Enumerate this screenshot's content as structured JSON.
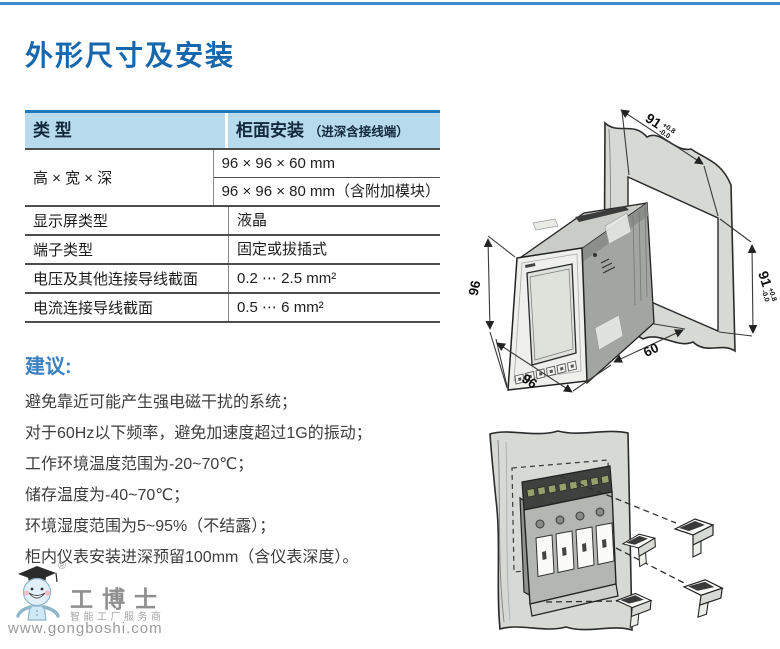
{
  "page": {
    "title": "外形尺寸及安装"
  },
  "spec_table": {
    "header": {
      "type_label": "类  型",
      "mount_label": "柜面安装",
      "mount_note": "（进深含接线端）"
    },
    "dims": {
      "label": "高 × 宽 × 深",
      "value1": "96 × 96 × 60 mm",
      "value2": "96 × 96 × 80 mm（含附加模块）"
    },
    "display": {
      "label": "显示屏类型",
      "value": "液晶"
    },
    "terminal": {
      "label": "端子类型",
      "value": "固定或拔插式"
    },
    "voltage": {
      "label": "电压及其他连接导线截面",
      "value": "0.2 ⋯ 2.5 mm²"
    },
    "current": {
      "label": "电流连接导线截面",
      "value": "0.5 ⋯ 6 mm²"
    }
  },
  "advice": {
    "heading": "建议:",
    "lines": [
      "避免靠近可能产生强电磁干扰的系统；",
      "对于60Hz以下频率，避免加速度超过1G的振动；",
      "工作环境温度范围为-20~70℃；",
      "储存温度为-40~70℃；",
      "环境湿度范围为5~95%（不结露）；",
      "柜内仪表安装进深预留100mm（含仪表深度）。"
    ]
  },
  "diagram_top": {
    "dim_height": "96",
    "dim_width": "96",
    "dim_depth": "60",
    "cutout_w": "91",
    "cutout_h": "91",
    "tol_plus": "+0.8",
    "tol_minus": "-0.0"
  },
  "logo": {
    "registered": "®",
    "name": "工博士",
    "tagline": "智能工厂服务商",
    "url": "www.gongboshi.com"
  },
  "colors": {
    "accent_blue": "#1767ad",
    "table_header_bg": "#b7daec",
    "table_header_rule": "#1e78ba",
    "panel_gray": "#d6d9d4"
  }
}
